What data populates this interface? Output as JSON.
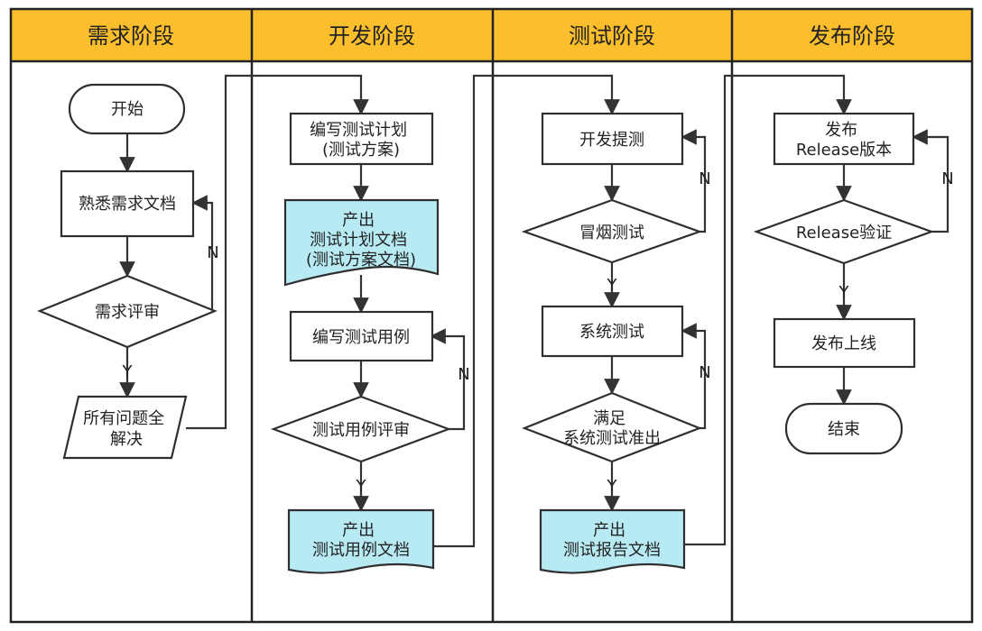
{
  "colors": {
    "header": "#fbbe2c",
    "border": "#222222",
    "doc_fill": "#b7eaf3",
    "node_fill": "#ffffff",
    "line": "#333333"
  },
  "lanes": [
    {
      "title": "需求阶段"
    },
    {
      "title": "开发阶段"
    },
    {
      "title": "测试阶段"
    },
    {
      "title": "发布阶段"
    }
  ],
  "nodes": {
    "start": {
      "lines": [
        "开始"
      ]
    },
    "familiarize": {
      "lines": [
        "熟悉需求文档"
      ]
    },
    "req_review": {
      "lines": [
        "需求评审"
      ]
    },
    "all_resolved": {
      "lines": [
        "所有问题全",
        "解决"
      ]
    },
    "write_plan": {
      "lines": [
        "编写测试计划",
        "(测试方案)"
      ]
    },
    "plan_doc": {
      "lines": [
        "产出",
        "测试计划文档",
        "(测试方案文档)"
      ]
    },
    "write_cases": {
      "lines": [
        "编写测试用例"
      ]
    },
    "case_review": {
      "lines": [
        "测试用例评审"
      ]
    },
    "case_doc": {
      "lines": [
        "产出",
        "测试用例文档"
      ]
    },
    "submit_test": {
      "lines": [
        "开发提测"
      ]
    },
    "smoke_test": {
      "lines": [
        "冒烟测试"
      ]
    },
    "system_test": {
      "lines": [
        "系统测试"
      ]
    },
    "exit_criteria": {
      "lines": [
        "满足",
        "系统测试准出"
      ]
    },
    "report_doc": {
      "lines": [
        "产出",
        "测试报告文档"
      ]
    },
    "release": {
      "lines": [
        "发布",
        "Release版本"
      ]
    },
    "release_verify": {
      "lines": [
        "Release验证"
      ]
    },
    "go_live": {
      "lines": [
        "发布上线"
      ]
    },
    "end": {
      "lines": [
        "结束"
      ]
    }
  },
  "edge_labels": {
    "yes": "Y",
    "no": "N"
  }
}
